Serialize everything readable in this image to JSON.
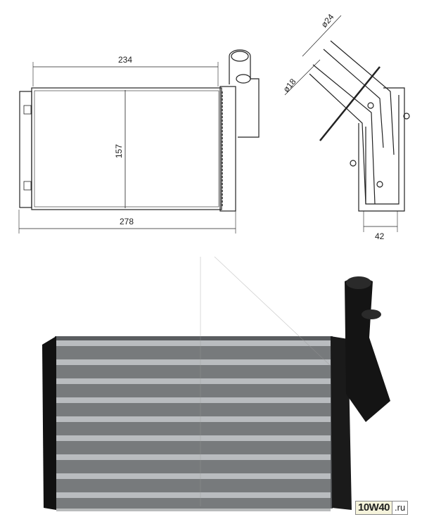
{
  "drawing": {
    "dimensions": {
      "core_width": "234",
      "core_height": "157",
      "overall_width": "278",
      "depth": "42",
      "outlet_diameter_large": "ø24",
      "outlet_diameter_small": "ø18"
    }
  },
  "watermark": {
    "logo_text": "10W40",
    "logo_tld": ".ru"
  },
  "colors": {
    "line": "#222222",
    "tank": "#1a1a1a",
    "tube": "#b9bcbf"
  }
}
